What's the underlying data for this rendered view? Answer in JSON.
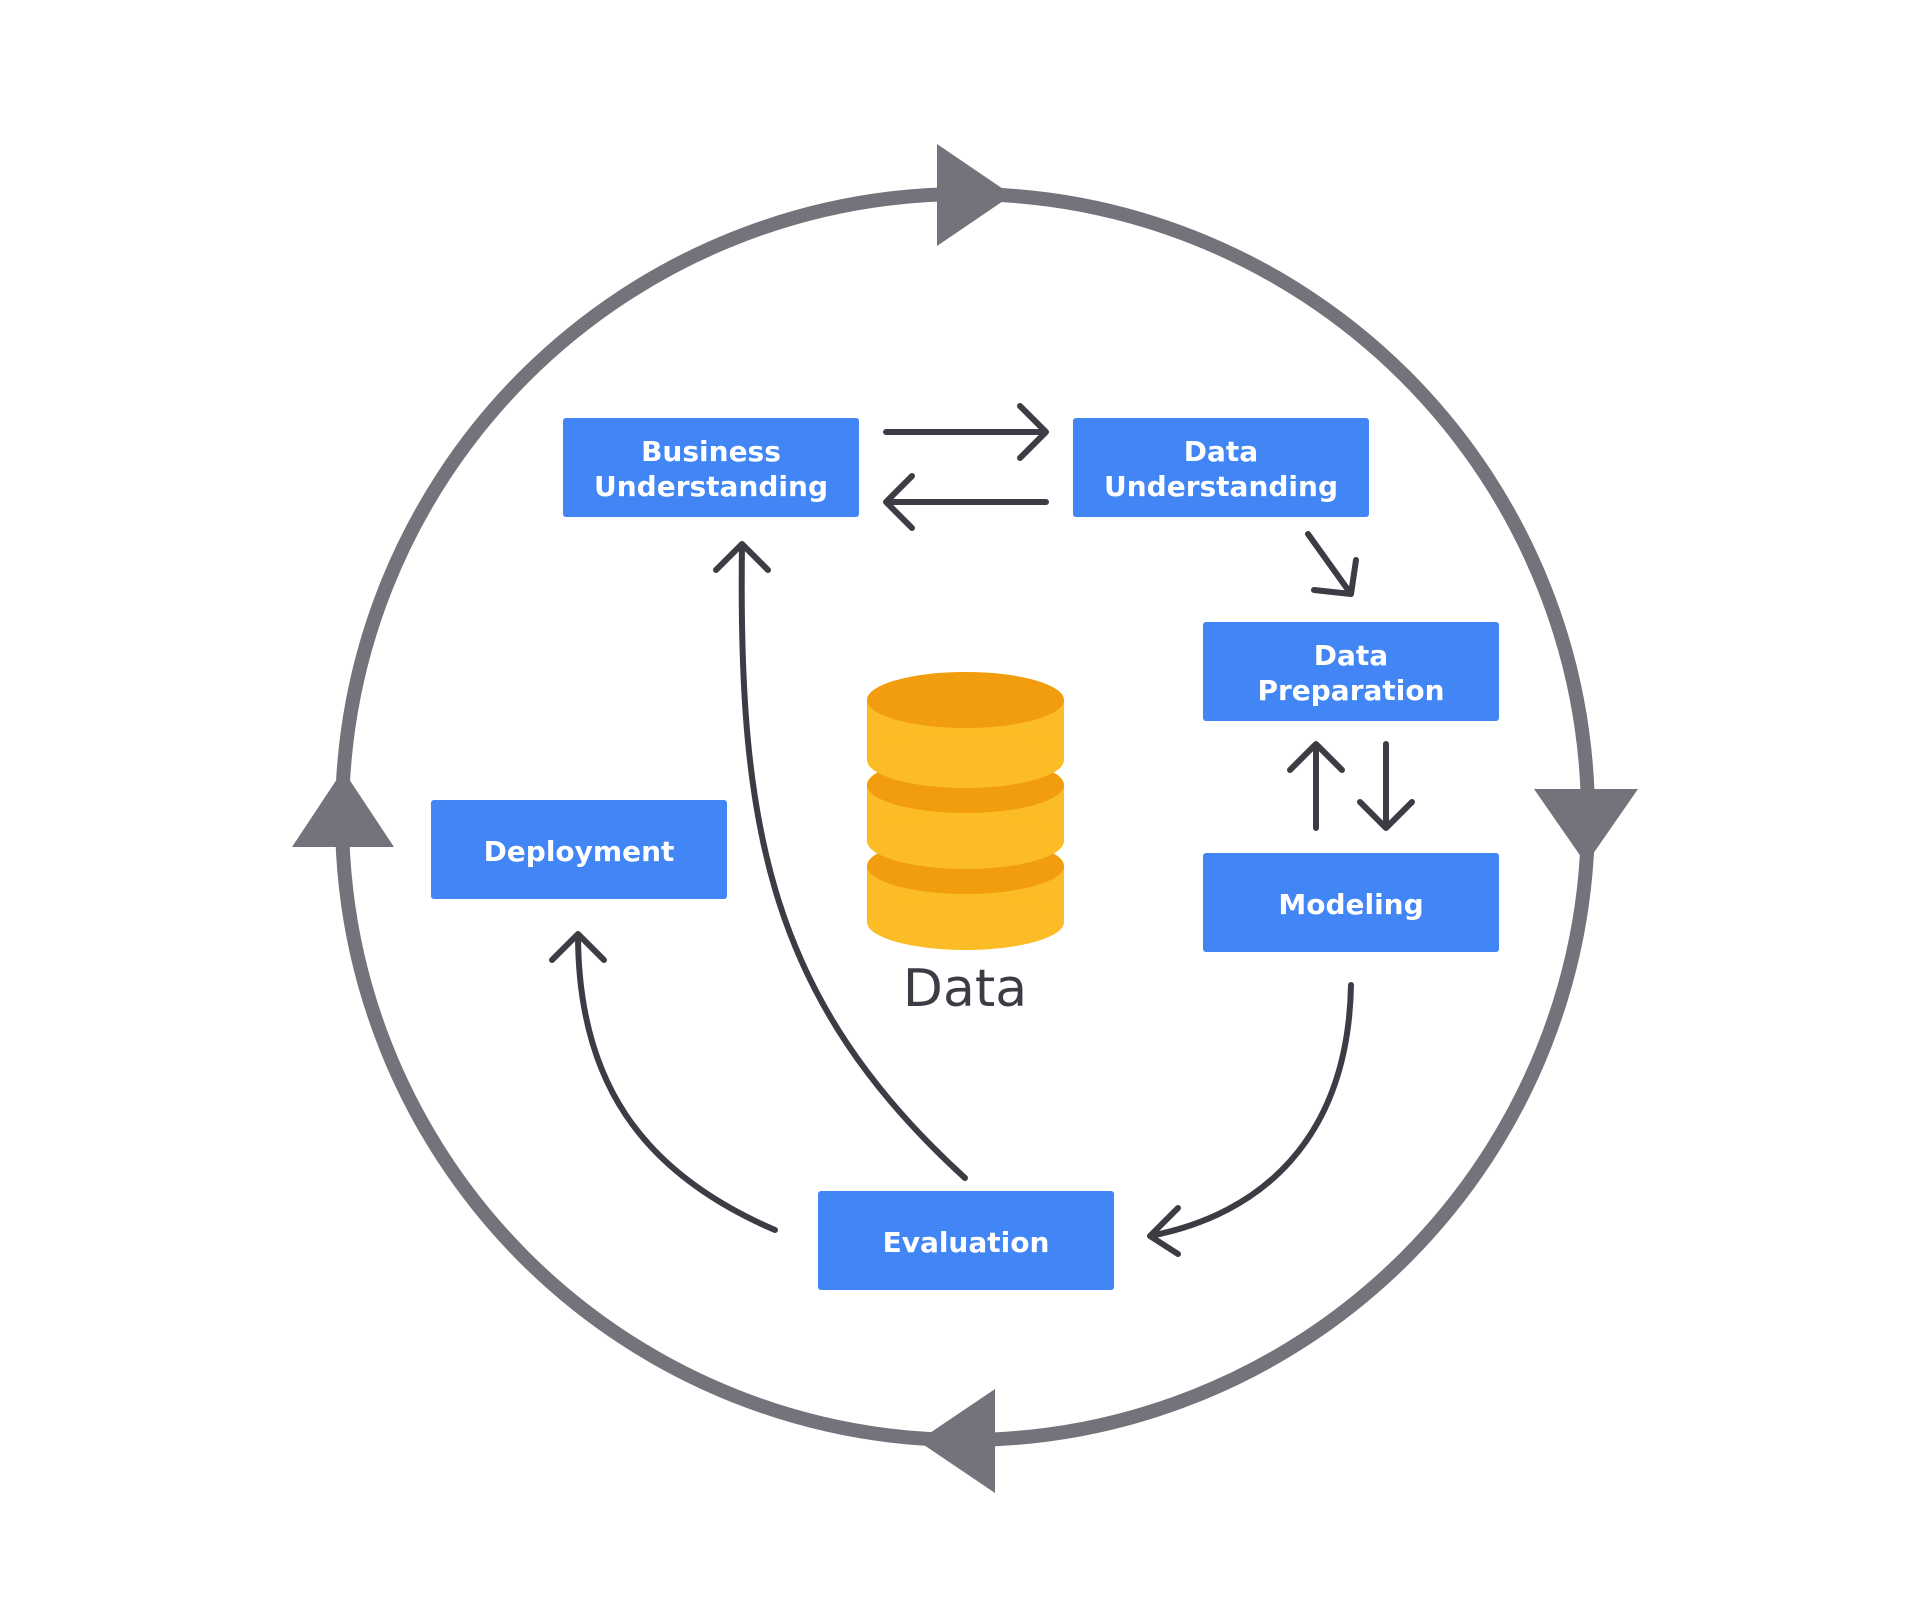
{
  "colors": {
    "box": "#4285f4",
    "box_text": "#ffffff",
    "cycle": "#73737b",
    "arrow": "#3c3c44",
    "db_light": "#fbbc25",
    "db_dark": "#f29d0e",
    "label": "#3c3c44"
  },
  "phases": {
    "business_understanding": {
      "line1": "Business",
      "line2": "Understanding"
    },
    "data_understanding": {
      "line1": "Data",
      "line2": "Understanding"
    },
    "data_preparation": {
      "line1": "Data",
      "line2": "Preparation"
    },
    "modeling": {
      "label": "Modeling"
    },
    "evaluation": {
      "label": "Evaluation"
    },
    "deployment": {
      "label": "Deployment"
    }
  },
  "center": {
    "icon": "database-icon",
    "label": "Data"
  }
}
